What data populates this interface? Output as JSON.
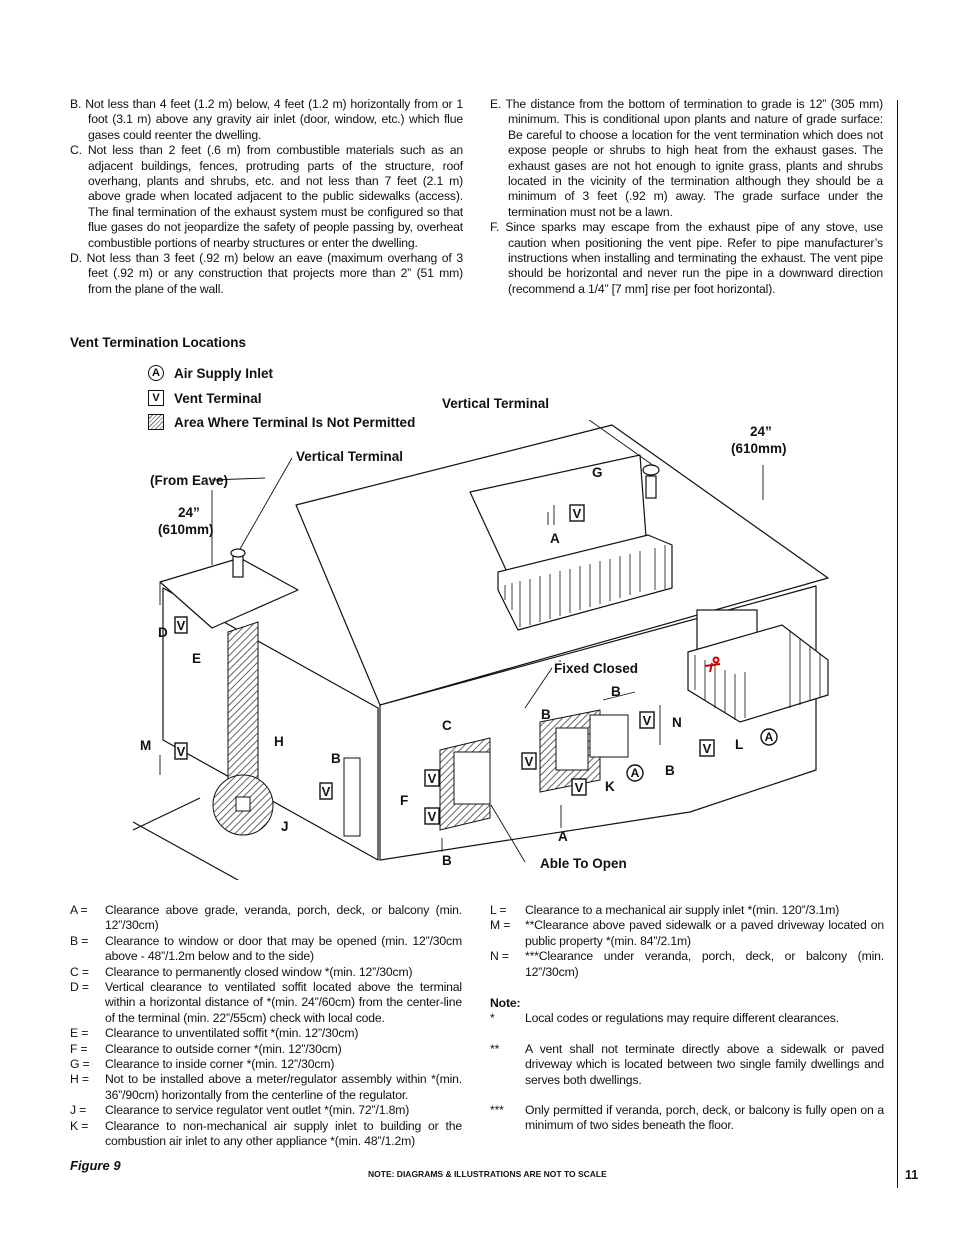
{
  "clearance_rules_left": [
    {
      "letter": "B.",
      "text": "Not less than 4 feet (1.2 m) below, 4 feet (1.2 m) horizontally from or 1 foot (3.1 m) above any gravity air inlet (door, window, etc.) which flue gases could reenter the dwelling."
    },
    {
      "letter": "C.",
      "text": "Not less than 2 feet (.6 m) from combustible materials such as an adjacent buildings, fences, protruding parts of the structure, roof overhang, plants and shrubs, etc. and not less than 7 feet (2.1 m) above grade when located adjacent to the public sidewalks (access). The final termination of the exhaust system must be configured so that flue gases do not jeopardize the safety of people passing by, overheat combustible portions of nearby structures or enter the dwelling."
    },
    {
      "letter": "D.",
      "text": "Not less than 3 feet (.92 m) below an eave (maximum overhang of 3 feet (.92 m) or any construction that projects more than 2” (51 mm) from the plane of the wall."
    }
  ],
  "clearance_rules_right": [
    {
      "letter": "E.",
      "text": "The distance from the bottom of termination to grade is 12” (305 mm) minimum. This is conditional upon plants and nature of grade surface: Be careful to choose a location for the vent termination which does not expose people or shrubs to high heat from the exhaust gases. The exhaust gases are not hot enough to ignite grass, plants and shrubs located in the vicinity of the termination although they should be a minimum of 3 feet (.92 m) away. The grade surface under the termination must not be a lawn."
    },
    {
      "letter": "F.",
      "text": "Since sparks may escape from the exhaust pipe of any stove, use caution when positioning the vent pipe. Refer to pipe manufacturer’s instructions when installing and terminating the exhaust. The vent pipe should be horizontal and never run the pipe in a downward direction (recommend a 1/4” [7 mm] rise per foot horizontal)."
    }
  ],
  "section_heading": "Vent Termination Locations",
  "legend": [
    {
      "symbol": "A",
      "label": "Air Supply Inlet",
      "icon": "air-supply-inlet-icon"
    },
    {
      "symbol": "V",
      "label": "Vent Terminal",
      "icon": "vent-terminal-icon"
    },
    {
      "symbol": "",
      "label": "Area Where Terminal Is Not Permitted",
      "icon": "hatched-area-icon"
    }
  ],
  "diagram_labels": {
    "vertical_terminal_top": "Vertical Terminal",
    "vertical_terminal_left": "Vertical Terminal",
    "from_eave": "(From Eave)",
    "dim_24_left": "24”",
    "dim_610_left": "(610mm)",
    "dim_24_right": "24”",
    "dim_610_right": "(610mm)",
    "fixed_closed": "Fixed Closed",
    "able_to_open": "Able To Open",
    "letter_a": "A",
    "letter_b": "B",
    "letter_c": "C",
    "letter_d": "D",
    "letter_e": "E",
    "letter_f": "F",
    "letter_g": "G",
    "letter_h": "H",
    "letter_j": "J",
    "letter_k": "K",
    "letter_l": "L",
    "letter_m": "M",
    "letter_n": "N",
    "symbol_v": "V"
  },
  "definitions_left": [
    {
      "key": "A =",
      "text": "Clearance above grade, veranda, porch, deck, or balcony (min. 12”/30cm)"
    },
    {
      "key": "B =",
      "text": "Clearance to window or door that may be opened (min. 12”/30cm above - 48”/1.2m below and to the side)"
    },
    {
      "key": "C =",
      "text": "Clearance to permanently closed window *(min. 12”/30cm)"
    },
    {
      "key": "D =",
      "text": "Vertical clearance to ventilated soffit located above the terminal within a horizontal distance of *(min. 24”/60cm) from the center-line of the terminal (min. 22”/55cm) check with local code."
    },
    {
      "key": "E =",
      "text": "Clearance to unventilated soffit *(min. 12”/30cm)"
    },
    {
      "key": "F =",
      "text": "Clearance to outside corner *(min. 12”/30cm)"
    },
    {
      "key": "G =",
      "text": "Clearance to inside corner *(min. 12”/30cm)"
    },
    {
      "key": "H =",
      "text": "Not to be installed above a meter/regulator assembly within *(min. 36”/90cm) horizontally from the centerline of the regulator."
    },
    {
      "key": "J =",
      "text": "Clearance to service regulator vent outlet *(min. 72”/1.8m)"
    },
    {
      "key": "K =",
      "text": "Clearance to non-mechanical air supply inlet to building or the combustion air inlet to any other appliance *(min. 48”/1.2m)"
    }
  ],
  "definitions_right": [
    {
      "key": "L =",
      "text": "Clearance to a mechanical air supply inlet *(min. 120”/3.1m)"
    },
    {
      "key": "M =",
      "text": "**Clearance above paved sidewalk or a paved driveway located on public property *(min. 84”/2.1m)"
    },
    {
      "key": "N =",
      "text": "***Clearance under veranda, porch, deck, or balcony (min. 12”/30cm)"
    }
  ],
  "note_title": "Note:",
  "notes": [
    {
      "key": "*",
      "text": "Local codes or regulations may require different clearances."
    },
    {
      "key": "**",
      "text": "A vent shall not terminate directly above a sidewalk or paved driveway which is located between two single family dwellings and serves both dwellings."
    },
    {
      "key": "***",
      "text": "Only permitted if veranda, porch, deck, or balcony is fully open on a minimum of two sides beneath the floor."
    }
  ],
  "figure_label": "Figure 9",
  "scale_note": "NOTE: DIAGRAMS & ILLUSTRATIONS ARE NOT TO SCALE",
  "page_number": "11"
}
